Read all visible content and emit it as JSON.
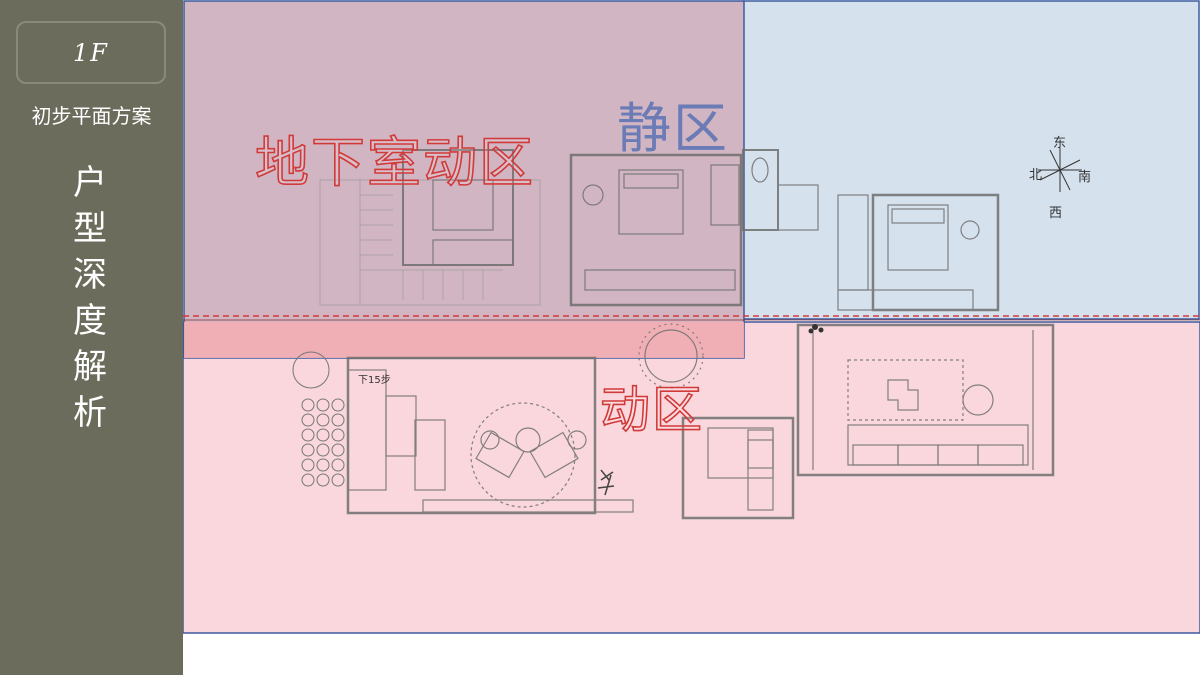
{
  "sidebar": {
    "floor_label": "1F",
    "subtitle": "初步平面方案",
    "vertical_title": [
      "户",
      "型",
      "深",
      "度",
      "解",
      "析"
    ]
  },
  "zones": {
    "basement_active": "地下室动区",
    "quiet": "静区",
    "active": "动区"
  },
  "compass": {
    "east": "东",
    "north": "北",
    "south": "南",
    "west": "西"
  },
  "plan_labels": {
    "stairs_down": "下15步"
  },
  "colors": {
    "sidebar_bg": "#6c6c5c",
    "active_zone": "#f4c0c6",
    "quiet_zone": "#c9d6e6",
    "basement_zone": "#c7a7b4",
    "zone_text_red": "#d23a3a",
    "zone_text_blue": "#6b7bb5",
    "divider_red": "#d23a3a"
  }
}
